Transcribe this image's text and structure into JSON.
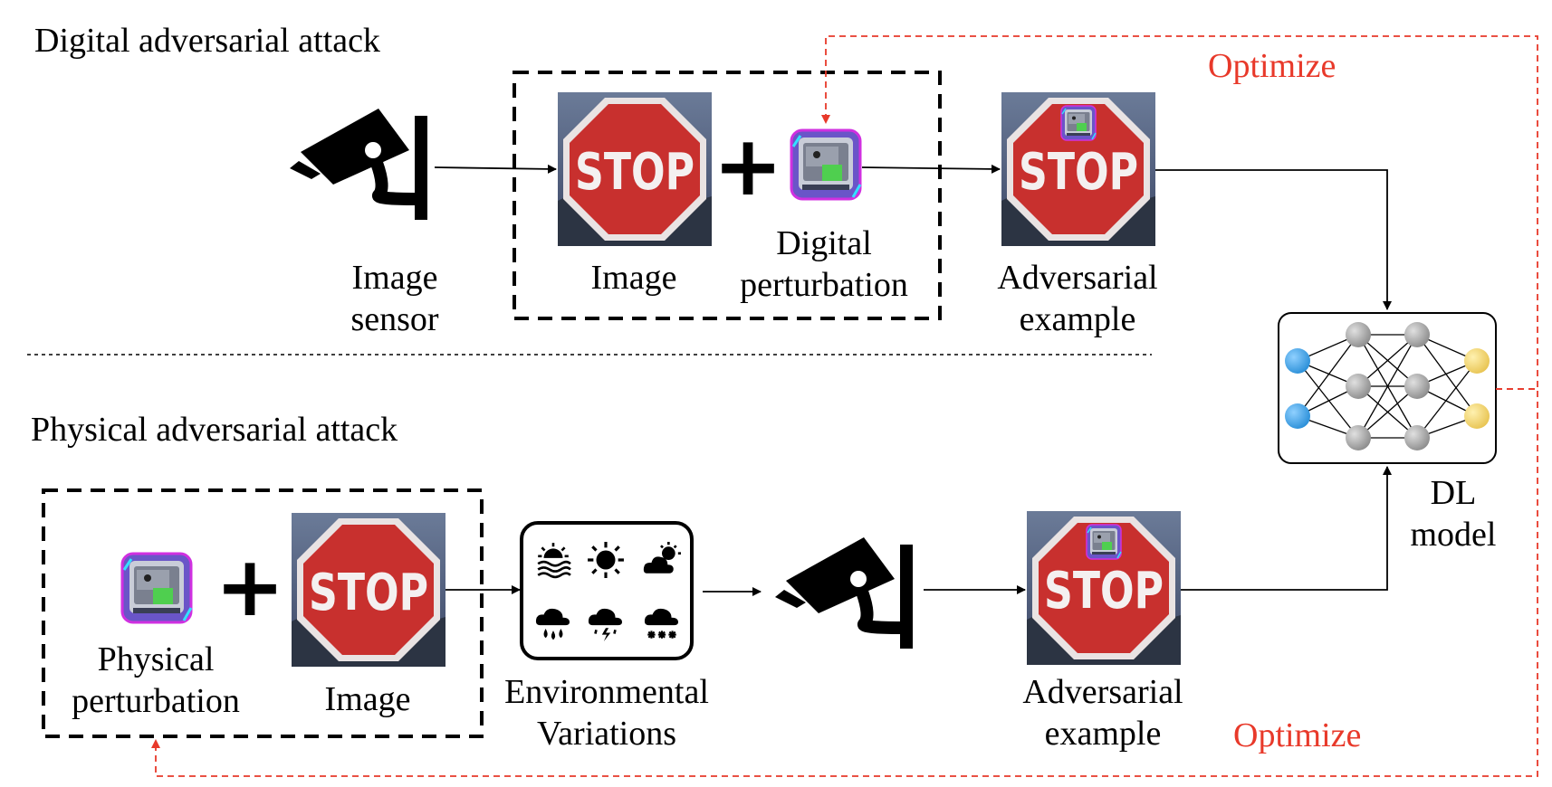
{
  "sections": {
    "digital_title": "Digital adversarial attack",
    "physical_title": "Physical adversarial attack"
  },
  "labels": {
    "image_sensor_1": "Image",
    "image_sensor_2": "sensor",
    "image_top": "Image",
    "digital_perturbation_1": "Digital",
    "digital_perturbation_2": "perturbation",
    "adversarial_top_1": "Adversarial",
    "adversarial_top_2": "example",
    "physical_perturbation_1": "Physical",
    "physical_perturbation_2": "perturbation",
    "image_bottom": "Image",
    "environmental_1": "Environmental",
    "environmental_2": "Variations",
    "adversarial_bottom_1": "Adversarial",
    "adversarial_bottom_2": "example",
    "dl_model_1": "DL",
    "dl_model_2": "model",
    "optimize_top": "Optimize",
    "optimize_bottom": "Optimize"
  },
  "sign_text": "STOP",
  "plus_symbol": "+",
  "colors": {
    "optimize": "#e8392a",
    "sign_red": "#c8302e",
    "input_node": "#3a9fe0",
    "hidden_node": "#9b9b9b",
    "output_node": "#f2d26b"
  },
  "icons": [
    "camera-icon",
    "stop-sign-image",
    "perturbation-patch-icon",
    "weather-icon",
    "neural-network-icon"
  ]
}
